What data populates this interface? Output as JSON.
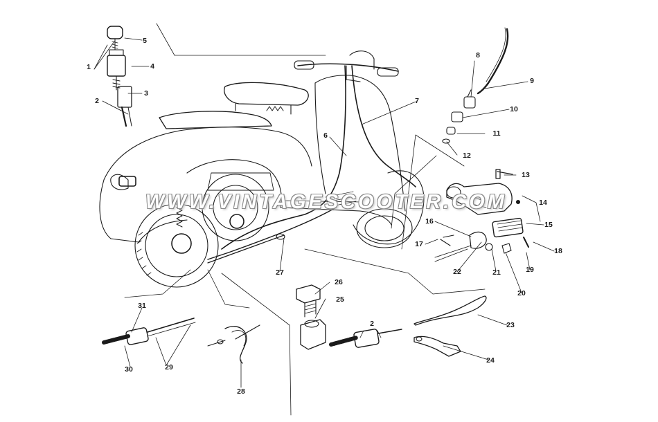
{
  "watermark": "WWW.VINTAGESCOOTER.COM",
  "callouts": [
    {
      "id": "1",
      "label": "1"
    },
    {
      "id": "2a",
      "label": "2"
    },
    {
      "id": "3",
      "label": "3"
    },
    {
      "id": "4",
      "label": "4"
    },
    {
      "id": "5",
      "label": "5"
    },
    {
      "id": "6",
      "label": "6"
    },
    {
      "id": "7",
      "label": "7"
    },
    {
      "id": "8",
      "label": "8"
    },
    {
      "id": "9",
      "label": "9"
    },
    {
      "id": "10",
      "label": "10"
    },
    {
      "id": "11",
      "label": "11"
    },
    {
      "id": "12",
      "label": "12"
    },
    {
      "id": "13",
      "label": "13"
    },
    {
      "id": "14",
      "label": "14"
    },
    {
      "id": "15",
      "label": "15"
    },
    {
      "id": "16",
      "label": "16"
    },
    {
      "id": "17",
      "label": "17"
    },
    {
      "id": "18",
      "label": "18"
    },
    {
      "id": "19",
      "label": "19"
    },
    {
      "id": "20",
      "label": "20"
    },
    {
      "id": "21",
      "label": "21"
    },
    {
      "id": "22",
      "label": "22"
    },
    {
      "id": "23",
      "label": "23"
    },
    {
      "id": "24",
      "label": "24"
    },
    {
      "id": "25",
      "label": "25"
    },
    {
      "id": "26",
      "label": "26"
    },
    {
      "id": "27",
      "label": "27"
    },
    {
      "id": "28",
      "label": "28"
    },
    {
      "id": "29",
      "label": "29"
    },
    {
      "id": "30",
      "label": "30"
    },
    {
      "id": "31",
      "label": "31"
    },
    {
      "id": "2b",
      "label": "2"
    }
  ],
  "colors": {
    "ink": "#1a1a1a",
    "paper": "#ffffff"
  }
}
